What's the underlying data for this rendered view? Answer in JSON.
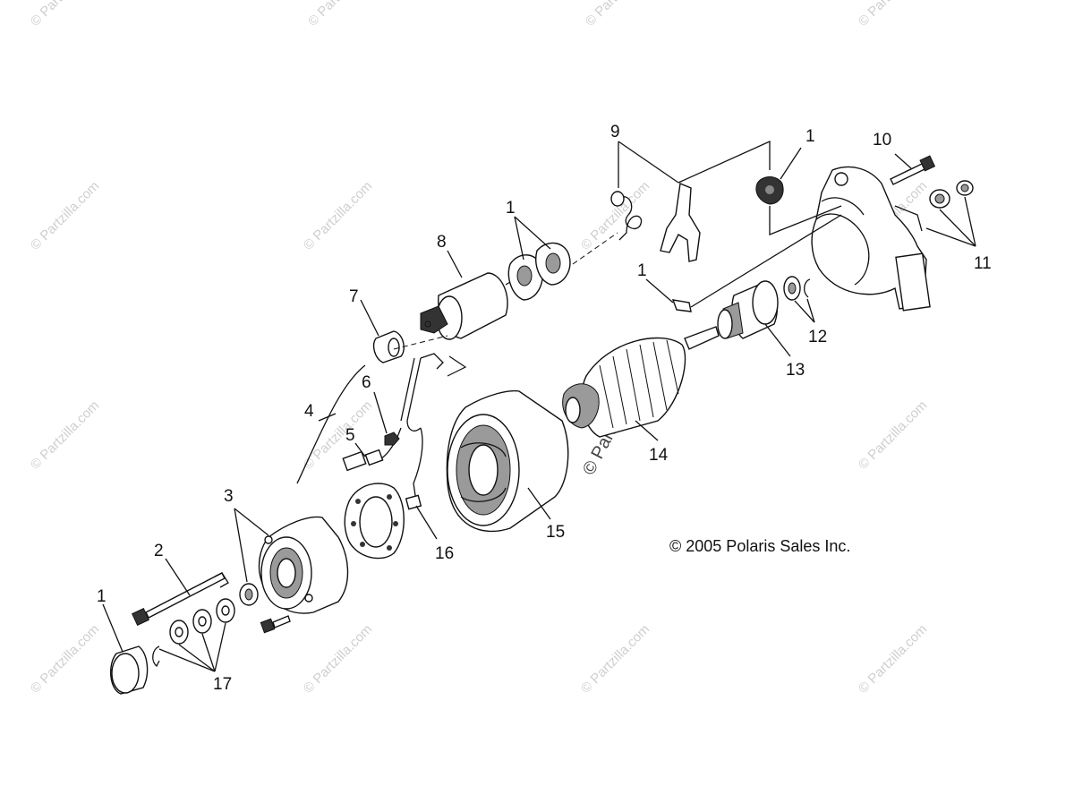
{
  "copyright": "© 2005 Polaris Sales Inc.",
  "watermark_text": "© Partzilla.com",
  "callouts": {
    "c1a": "1",
    "c1b": "1",
    "c1c": "1",
    "c1d": "1",
    "c2": "2",
    "c3": "3",
    "c4": "4",
    "c5": "5",
    "c6": "6",
    "c7": "7",
    "c8": "8",
    "c9": "9",
    "c10": "10",
    "c11": "11",
    "c12": "12",
    "c13": "13",
    "c14": "14",
    "c15": "15",
    "c16": "16",
    "c17": "17"
  }
}
